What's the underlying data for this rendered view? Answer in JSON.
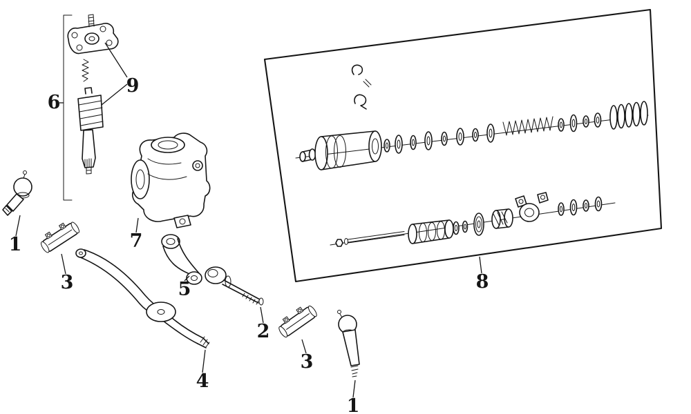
{
  "diagram": {
    "background_color": "#ffffff",
    "ink_color": "#151515",
    "callouts": [
      {
        "label": "6",
        "part": "steering-worm-shaft-group"
      },
      {
        "label": "9",
        "part": "cover-plate-and-shaft"
      },
      {
        "label": "7",
        "part": "steering-gear-housing"
      },
      {
        "label": "5",
        "part": "pitman-arm"
      },
      {
        "label": "1",
        "part": "outer-tie-rod-end-left"
      },
      {
        "label": "3",
        "part": "adjusting-sleeve-left"
      },
      {
        "label": "4",
        "part": "center-drag-link"
      },
      {
        "label": "2",
        "part": "inner-tie-rod"
      },
      {
        "label": "3",
        "part": "adjusting-sleeve-right"
      },
      {
        "label": "1",
        "part": "outer-tie-rod-end-bottom"
      },
      {
        "label": "8",
        "part": "gear-internal-parts-kit"
      }
    ]
  }
}
